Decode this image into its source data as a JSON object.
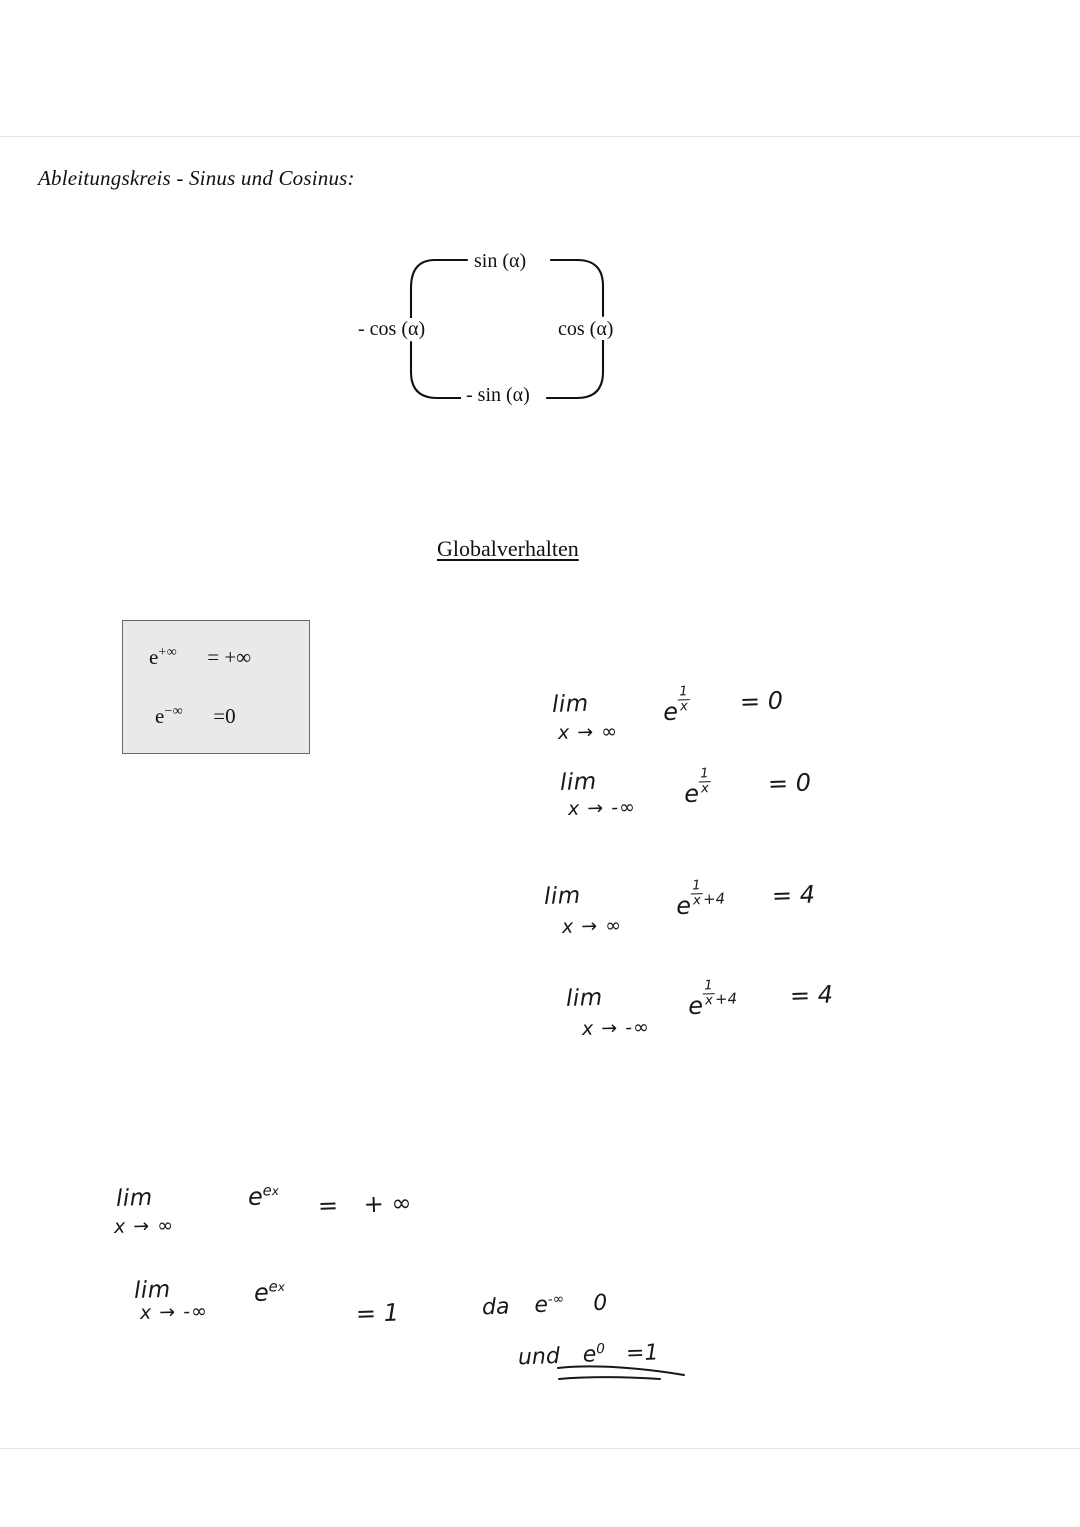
{
  "document": {
    "title": "Ableitungskreis - Sinus und Cosinus:",
    "section_heading": "Globalverhalten"
  },
  "derivative_circle": {
    "top": "sin (α)",
    "right": "cos (α)",
    "bottom": "- sin (α)",
    "left": "- cos (α)"
  },
  "fact_box": {
    "line1": {
      "base": "e",
      "exponent": "+∞",
      "equals": "=",
      "result": "+∞"
    },
    "line2": {
      "base": "e",
      "exponent": "−∞",
      "equals": "=",
      "result": "0"
    }
  },
  "handwriting": {
    "limit1": {
      "lim": "lim",
      "sub": "x → ∞",
      "base": "e",
      "num": "1",
      "den": "x",
      "equals": "=",
      "result": "0"
    },
    "limit2": {
      "lim": "lim",
      "sub": "x → -∞",
      "base": "e",
      "num": "1",
      "den": "x",
      "equals": "=",
      "result": "0"
    },
    "limit3": {
      "lim": "lim",
      "sub": "x → ∞",
      "base": "e",
      "num": "1",
      "den": "x",
      "plus": "+4",
      "equals": "=",
      "result": "4"
    },
    "limit4": {
      "lim": "lim",
      "sub": "x → -∞",
      "base": "e",
      "num": "1",
      "den": "x",
      "plus": "+4",
      "equals": "=",
      "result": "4"
    },
    "limit5": {
      "lim": "lim",
      "sub": "x → ∞",
      "base": "e",
      "exp_base": "e",
      "exp_sup": "x",
      "equals": "=",
      "result": "+ ∞"
    },
    "limit6": {
      "lim": "lim",
      "sub": "x → -∞",
      "base": "e",
      "exp_base": "e",
      "exp_sup": "x",
      "equals": "=",
      "result": "1"
    },
    "note1": {
      "word": "da",
      "base": "e",
      "exponent": "-∞",
      "value": "0"
    },
    "note2": {
      "word": "und",
      "base": "e",
      "exponent": "0",
      "equals": "=",
      "result": "1"
    }
  },
  "colors": {
    "ink": "#17181a",
    "print": "#111111",
    "box_fill": "#e9e9e9",
    "box_border": "#6a6a6a",
    "rule": "#e3e3e5"
  }
}
